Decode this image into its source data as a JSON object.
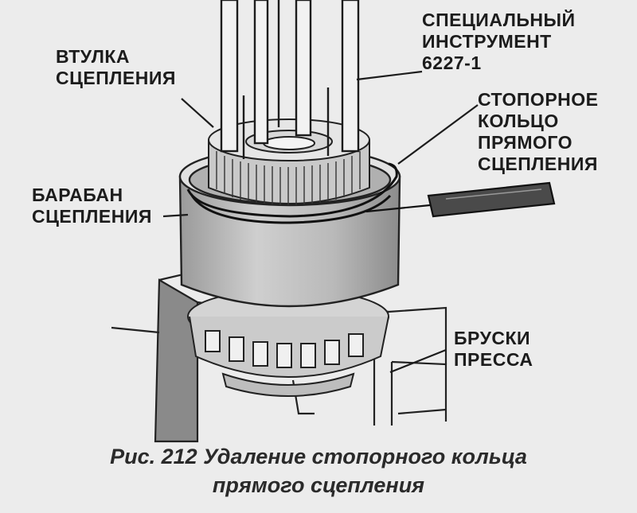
{
  "labels": {
    "special_tool": "СПЕЦИАЛЬНЫЙ\nИНСТРУМЕНТ\n6227-1",
    "clutch_hub": "ВТУЛКА\nСЦЕПЛЕНИЯ",
    "retaining_ring": "СТОПОРНОЕ\nКОЛЬЦО\nПРЯМОГО\nСЦЕПЛЕНИЯ",
    "clutch_drum": "БАРАБАН\nСЦЕПЛЕНИЯ",
    "press_blocks": "БРУСКИ\nПРЕССА"
  },
  "caption": {
    "line1": "Рис. 212 Удаление стопорного кольца",
    "line2": "прямого сцепления"
  }
}
